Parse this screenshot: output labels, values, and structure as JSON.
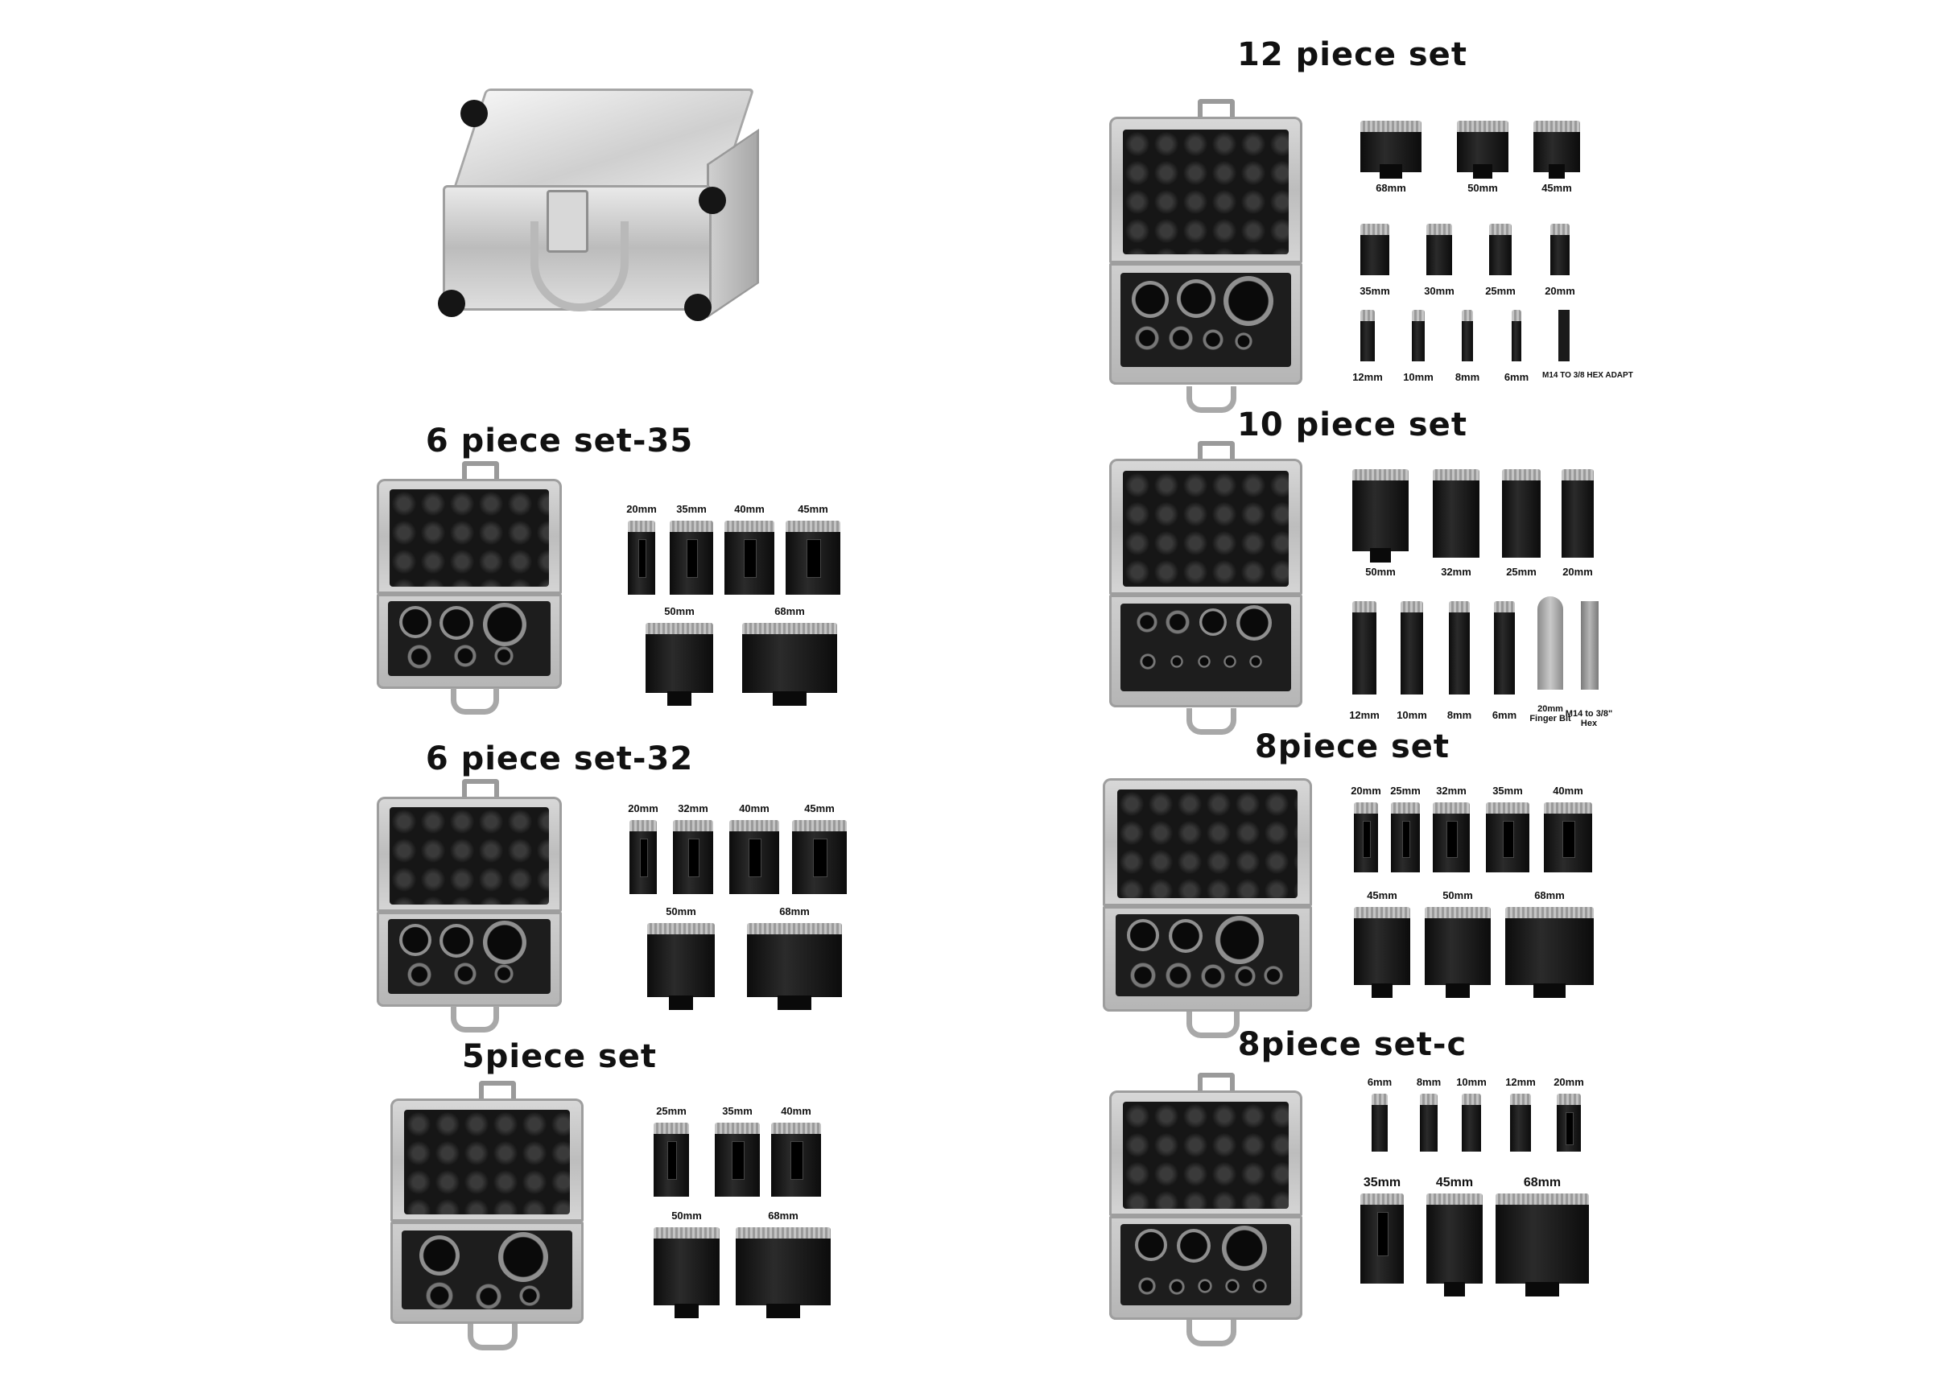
{
  "panels": [
    {
      "title": "",
      "empty_case": true
    },
    {
      "title": "12 piece set",
      "bits": [
        "68mm",
        "50mm",
        "45mm",
        "35mm",
        "30mm",
        "25mm",
        "20mm",
        "12mm",
        "10mm",
        "8mm",
        "6mm",
        "M14 TO 3/8 HEX ADAPT"
      ]
    },
    {
      "title": "6 piece set-35",
      "bits": [
        "20mm",
        "35mm",
        "40mm",
        "45mm",
        "50mm",
        "68mm"
      ]
    },
    {
      "title": "10 piece set",
      "bits": [
        "50mm",
        "32mm",
        "25mm",
        "20mm",
        "12mm",
        "10mm",
        "8mm",
        "6mm",
        "20mm Finger Bit",
        "M14 to 3/8\" Hex"
      ]
    },
    {
      "title": "6 piece set-32",
      "bits": [
        "20mm",
        "32mm",
        "40mm",
        "45mm",
        "50mm",
        "68mm"
      ]
    },
    {
      "title": "8piece set",
      "bits": [
        "20mm",
        "25mm",
        "32mm",
        "35mm",
        "40mm",
        "45mm",
        "50mm",
        "68mm"
      ]
    },
    {
      "title": "5piece set",
      "bits": [
        "25mm",
        "35mm",
        "40mm",
        "50mm",
        "68mm"
      ]
    },
    {
      "title": "8piece set-c",
      "bits": [
        "6mm",
        "8mm",
        "10mm",
        "12mm",
        "20mm",
        "35mm",
        "45mm",
        "68mm"
      ]
    }
  ]
}
